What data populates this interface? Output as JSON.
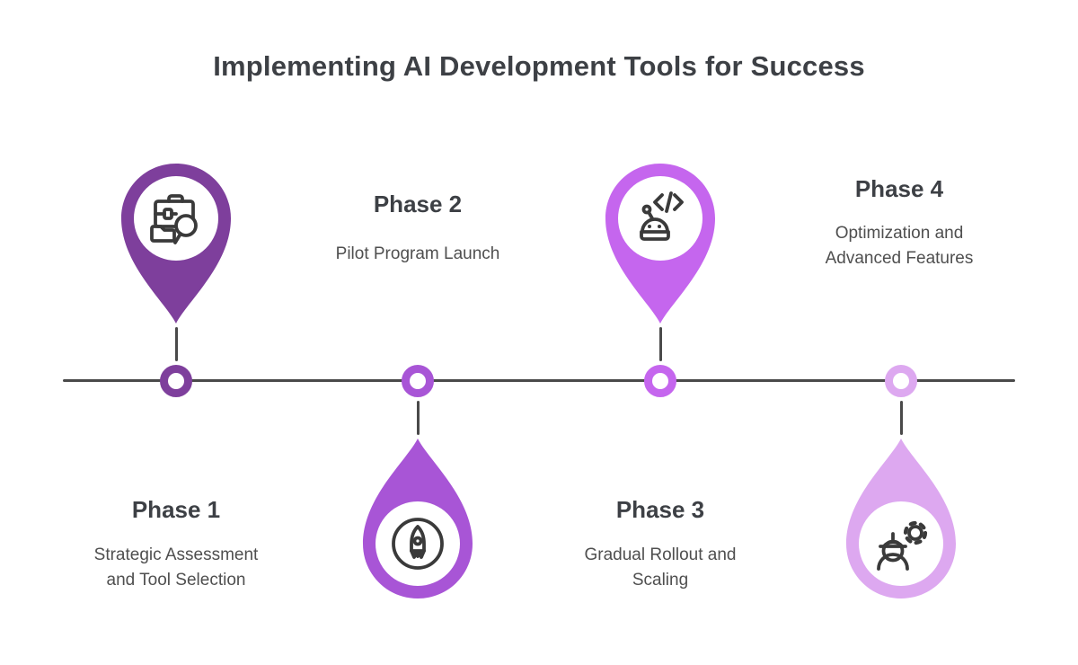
{
  "title": "Implementing AI Development Tools for Success",
  "colors": {
    "phase1": "#7E3F9C",
    "phase2": "#A855D6",
    "phase3": "#C566EE",
    "phase4": "#DDA8F0",
    "timeline_line": "#4A4A4A",
    "icon_stroke": "#3A3A3A",
    "title_text": "#3D4045",
    "description_text": "#4F4F4F"
  },
  "phases": [
    {
      "label": "Phase 1",
      "description": "Strategic Assessment and Tool Selection",
      "color": "#7E3F9C",
      "icon": "briefcase-search-icon",
      "marker_position": "top",
      "text_position": "bottom"
    },
    {
      "label": "Phase 2",
      "description": "Pilot Program Launch",
      "color": "#A855D6",
      "icon": "rocket-icon",
      "marker_position": "bottom",
      "text_position": "top"
    },
    {
      "label": "Phase 3",
      "description": "Gradual Rollout and Scaling",
      "color": "#C566EE",
      "icon": "robot-code-icon",
      "marker_position": "top",
      "text_position": "bottom"
    },
    {
      "label": "Phase 4",
      "description": "Optimization and Advanced Features",
      "color": "#DDA8F0",
      "icon": "engineer-gear-icon",
      "marker_position": "bottom",
      "text_position": "top"
    }
  ]
}
